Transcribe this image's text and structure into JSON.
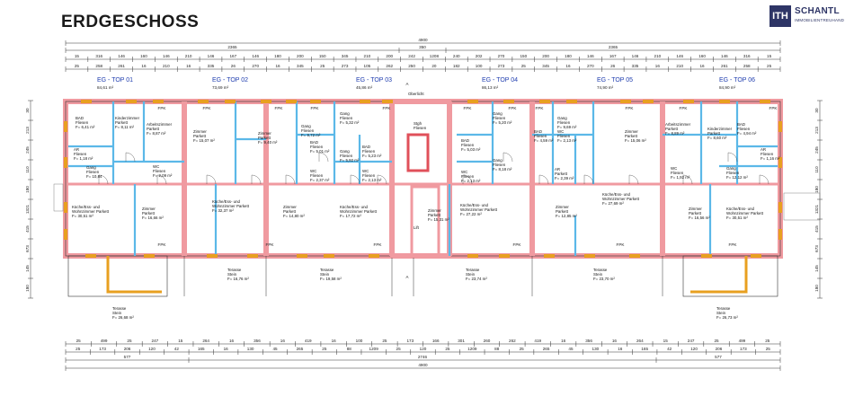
{
  "title": "ERDGESCHOSS",
  "brand": {
    "name": "SCHANTL",
    "tagline": "IMMOBILIENTREUHAND",
    "mark": "ITH",
    "color": "#2e3566"
  },
  "colors": {
    "wall": "#f09aa0",
    "wall_dark": "#e0505a",
    "partition": "#5bb8e8",
    "window": "#e8a020",
    "line": "#333333",
    "unit_label": "#2340b0"
  },
  "dimensions": {
    "overall": "4900",
    "halves": [
      "2365",
      "350",
      "2365"
    ],
    "top_row1": [
      "15",
      "316",
      "146",
      "160",
      "146",
      "210",
      "146",
      "167",
      "146",
      "180",
      "200",
      "150",
      "345",
      "210",
      "200",
      "242",
      "1208",
      "240",
      "202",
      "270",
      "150",
      "200",
      "180",
      "146",
      "167",
      "146",
      "210",
      "146",
      "160",
      "146",
      "316",
      "15"
    ],
    "top_row2": [
      "25",
      "258",
      "261",
      "16",
      "210",
      "16",
      "335",
      "26",
      "270",
      "16",
      "345",
      "25",
      "273",
      "105",
      "262",
      "250",
      "20",
      "182",
      "100",
      "273",
      "25",
      "345",
      "16",
      "270",
      "26",
      "335",
      "16",
      "210",
      "16",
      "261",
      "258",
      "25"
    ],
    "bottom_row1": [
      "25",
      "499",
      "25",
      "247",
      "15",
      "264",
      "16",
      "356",
      "16",
      "419",
      "16",
      "100",
      "25",
      "173",
      "166",
      "301",
      "260",
      "262",
      "419",
      "16",
      "356",
      "16",
      "264",
      "15",
      "247",
      "25",
      "499",
      "25"
    ],
    "bottom_row2": [
      "25",
      "173",
      "206",
      "120",
      "42",
      "165",
      "16",
      "130",
      "45",
      "265",
      "25",
      "88",
      "1209",
      "25",
      "120",
      "25",
      "1209",
      "88",
      "25",
      "265",
      "45",
      "130",
      "16",
      "165",
      "42",
      "120",
      "206",
      "173",
      "25"
    ],
    "bottom_halves": [
      "577",
      "2746",
      "577"
    ],
    "bottom_overall": "4900",
    "left_side": [
      "30",
      "213",
      "245",
      "110",
      "180",
      "1321",
      "415",
      "673",
      "145",
      "180"
    ],
    "right_side": [
      "30",
      "213",
      "245",
      "110",
      "180",
      "1321",
      "415",
      "673",
      "145",
      "180"
    ]
  },
  "units": [
    {
      "label": "EG - TOP 01",
      "area": "84,61 m²"
    },
    {
      "label": "EG - TOP 02",
      "area": "73,69 m²"
    },
    {
      "label": "EG - TOP 03",
      "area": "45,86 m²"
    },
    {
      "label": "EG - TOP 04",
      "area": "86,13 m²"
    },
    {
      "label": "EG - TOP 05",
      "area": "74,90 m²"
    },
    {
      "label": "EG - TOP 06",
      "area": "84,90 m²"
    }
  ],
  "rooms": [
    {
      "name": "BAD",
      "floor": "Fliesen",
      "area": "F= 6,41 m²"
    },
    {
      "name": "Kinderzimmer",
      "floor": "Parkett",
      "area": "F= 8,11 m²"
    },
    {
      "name": "Arbeitszimmer",
      "floor": "Parkett",
      "area": "F= 8,87 m²"
    },
    {
      "name": "AR",
      "floor": "Fliesen",
      "area": "F= 1,18 m²"
    },
    {
      "name": "Gang",
      "floor": "Fliesen",
      "area": "F= 10,84"
    },
    {
      "name": "WC",
      "floor": "Fliesen",
      "area": "F= 2,09 m²"
    },
    {
      "name": "Küche/Ess- und",
      "floor": "Wohnzimmer Parkett",
      "area": "F= 30,51 m²"
    },
    {
      "name": "Zimmer",
      "floor": "Parkett",
      "area": "F= 16,66 m²"
    },
    {
      "name": "Zimmer",
      "floor": "Parkett",
      "area": "F= 15,07 m²"
    },
    {
      "name": "Zimmer",
      "floor": "Parkett",
      "area": "F= 9,40 m²"
    },
    {
      "name": "Küche/Ess- und",
      "floor": "Wohnzimmer Parkett",
      "area": "F= 32,37 m²"
    },
    {
      "name": "Gang",
      "floor": "Fliesen",
      "area": "F= 9,72 m²"
    },
    {
      "name": "BAD",
      "floor": "Fliesen",
      "area": "F= 5,01 m²"
    },
    {
      "name": "WC",
      "floor": "Fliesen",
      "area": "F= 2,37 m²"
    },
    {
      "name": "Zimmer",
      "floor": "Parkett",
      "area": "F= 14,80 m²"
    },
    {
      "name": "Gang",
      "floor": "Fliesen",
      "area": "F= 5,32 m²"
    },
    {
      "name": "BAD",
      "floor": "Fliesen",
      "area": "F= 5,23 m²"
    },
    {
      "name": "Gang",
      "floor": "Fliesen",
      "area": "F= 5,92 m²"
    },
    {
      "name": "WC",
      "floor": "Fliesen",
      "area": "F= 2,13 m²"
    },
    {
      "name": "Küche/Ess- und",
      "floor": "Wohnzimmer Parkett",
      "area": "F= 17,72 m²"
    },
    {
      "name": "Gang",
      "floor": "Fliesen",
      "area": "F= 5,20 m²"
    },
    {
      "name": "BAD",
      "floor": "Fliesen",
      "area": "F= 5,03 m²"
    },
    {
      "name": "Gang",
      "floor": "Fliesen",
      "area": "F= 8,18 m²"
    },
    {
      "name": "WC",
      "floor": "Fliesen",
      "area": "F= 2,13 m²"
    },
    {
      "name": "Zimmer",
      "floor": "Parkett",
      "area": "F= 15,31 m²"
    },
    {
      "name": "Küche/Ess- und",
      "floor": "Wohnzimmer Parkett",
      "area": "F= 27,22 m²"
    },
    {
      "name": "BAD",
      "floor": "Fliesen",
      "area": "F= 4,59 m²"
    },
    {
      "name": "WC",
      "floor": "Fliesen",
      "area": "F= 2,13 m²"
    },
    {
      "name": "Gang",
      "floor": "Fliesen",
      "area": "F= 9,69 m²"
    },
    {
      "name": "AR",
      "floor": "Parkett",
      "area": "F= 2,39 m²"
    },
    {
      "name": "Zimmer",
      "floor": "Parkett",
      "area": "F= 15,06 m²"
    },
    {
      "name": "Zimmer",
      "floor": "Parkett",
      "area": "F= 12,85 m²"
    },
    {
      "name": "Küche/Ess- und",
      "floor": "Wohnzimmer Parkett",
      "area": "F= 27,69 m²"
    },
    {
      "name": "Arbeitszimmer",
      "floor": "Parkett",
      "area": "F= 8,89 m²"
    },
    {
      "name": "Kinderzimmer",
      "floor": "Parkett",
      "area": "F= 8,60 m²"
    },
    {
      "name": "BAD",
      "floor": "Fliesen",
      "area": "F= 4,94 m²"
    },
    {
      "name": "AR",
      "floor": "Fliesen",
      "area": "F= 1,16 m²"
    },
    {
      "name": "WC",
      "floor": "Fliesen",
      "area": "F= 1,92 m²"
    },
    {
      "name": "Gang",
      "floor": "Fliesen",
      "area": "F= 12,12 m²"
    },
    {
      "name": "Zimmer",
      "floor": "Parkett",
      "area": "F= 16,56 m²"
    },
    {
      "name": "Küche/Ess- und",
      "floor": "Wohnzimmer Parkett",
      "area": "F= 30,51 m²"
    }
  ],
  "stair": {
    "name": "Stgh",
    "floor": "Fliesen",
    "upper_note": "Oberlicht",
    "lift": "Lift"
  },
  "terraces": [
    {
      "name": "Terasse",
      "floor": "Stein",
      "area": "F= 26,68 m²"
    },
    {
      "name": "Terasse",
      "floor": "Stein",
      "area": "F= 16,76 m²"
    },
    {
      "name": "Terasse",
      "floor": "Stein",
      "area": "F= 19,58 m²"
    },
    {
      "name": "Terasse",
      "floor": "Stein",
      "area": "F= 23,74 m²"
    },
    {
      "name": "Terasse",
      "floor": "Stein",
      "area": "F= 23,70 m²"
    },
    {
      "name": "Terasse",
      "floor": "Stein",
      "area": "F= 26,73 m²"
    }
  ],
  "markers": {
    "fpk": "FPK",
    "section": "A"
  }
}
